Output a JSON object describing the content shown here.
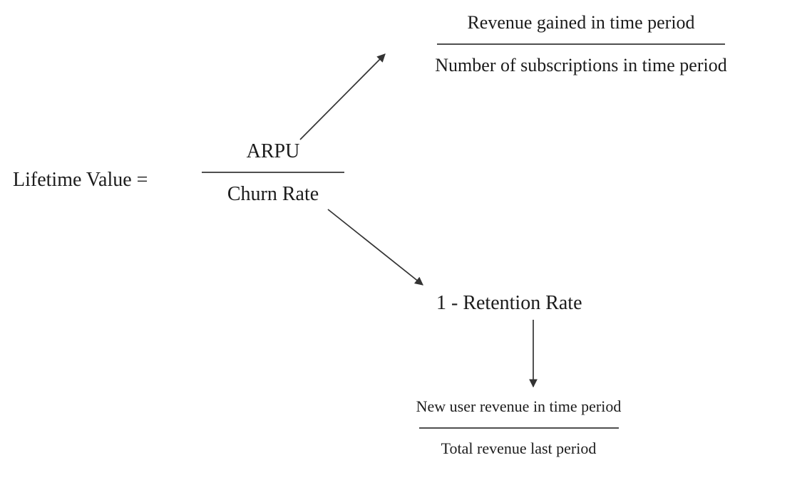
{
  "colors": {
    "background": "#ffffff",
    "text": "#1c1c1c",
    "fraction_bar": "#4f4f4f",
    "arrow": "#333333"
  },
  "equation": {
    "lhs_label": "Lifetime Value =",
    "main_fraction": {
      "numerator": "ARPU",
      "denominator": "Churn Rate"
    }
  },
  "arpu_detail": {
    "numerator": "Revenue gained in time period",
    "denominator": "Number of subscriptions in time period"
  },
  "churn_detail": {
    "label": "1 - Retention Rate"
  },
  "retention_detail": {
    "numerator": "New user revenue in time period",
    "denominator": "Total revenue last period"
  },
  "arrows": [
    {
      "from": "ARPU",
      "to": "Revenue gained in time period / Number of subscriptions in time period"
    },
    {
      "from": "Churn Rate",
      "to": "1 - Retention Rate"
    },
    {
      "from": "1 - Retention Rate",
      "to": "New user revenue in time period / Total revenue last period"
    }
  ]
}
